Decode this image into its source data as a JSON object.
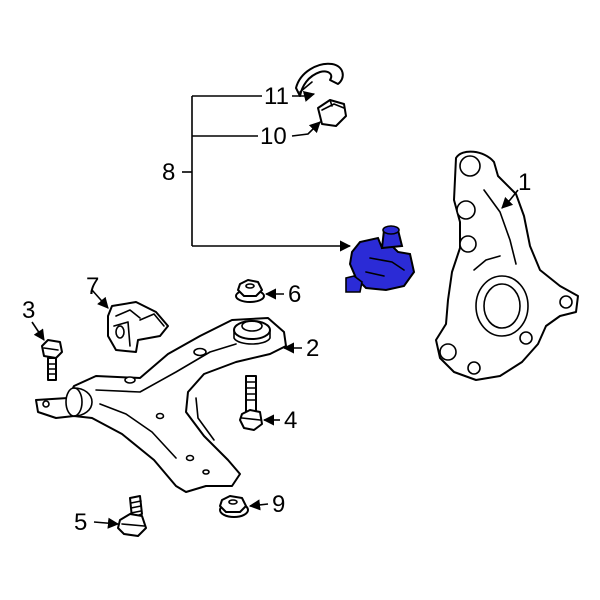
{
  "callouts": {
    "c1": "1",
    "c2": "2",
    "c3": "3",
    "c4": "4",
    "c5": "5",
    "c6": "6",
    "c7": "7",
    "c8": "8",
    "c9": "9",
    "c10": "10",
    "c11": "11"
  },
  "colors": {
    "highlight": "#2b2bd6",
    "line": "#000000",
    "background": "#ffffff"
  }
}
